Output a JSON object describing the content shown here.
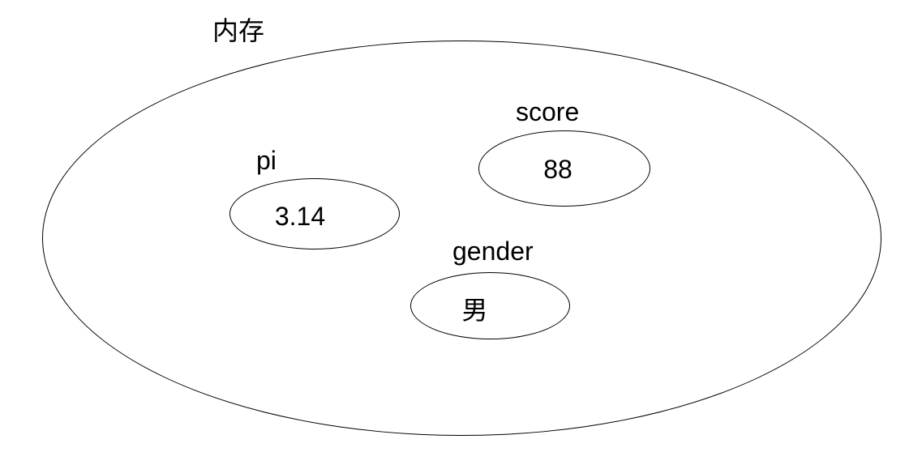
{
  "diagram": {
    "title": "内存",
    "stroke_color": "#000000",
    "background_color": "#ffffff",
    "variables": [
      {
        "name": "pi",
        "value": "3.14"
      },
      {
        "name": "score",
        "value": "88"
      },
      {
        "name": "gender",
        "value": "男"
      }
    ]
  }
}
